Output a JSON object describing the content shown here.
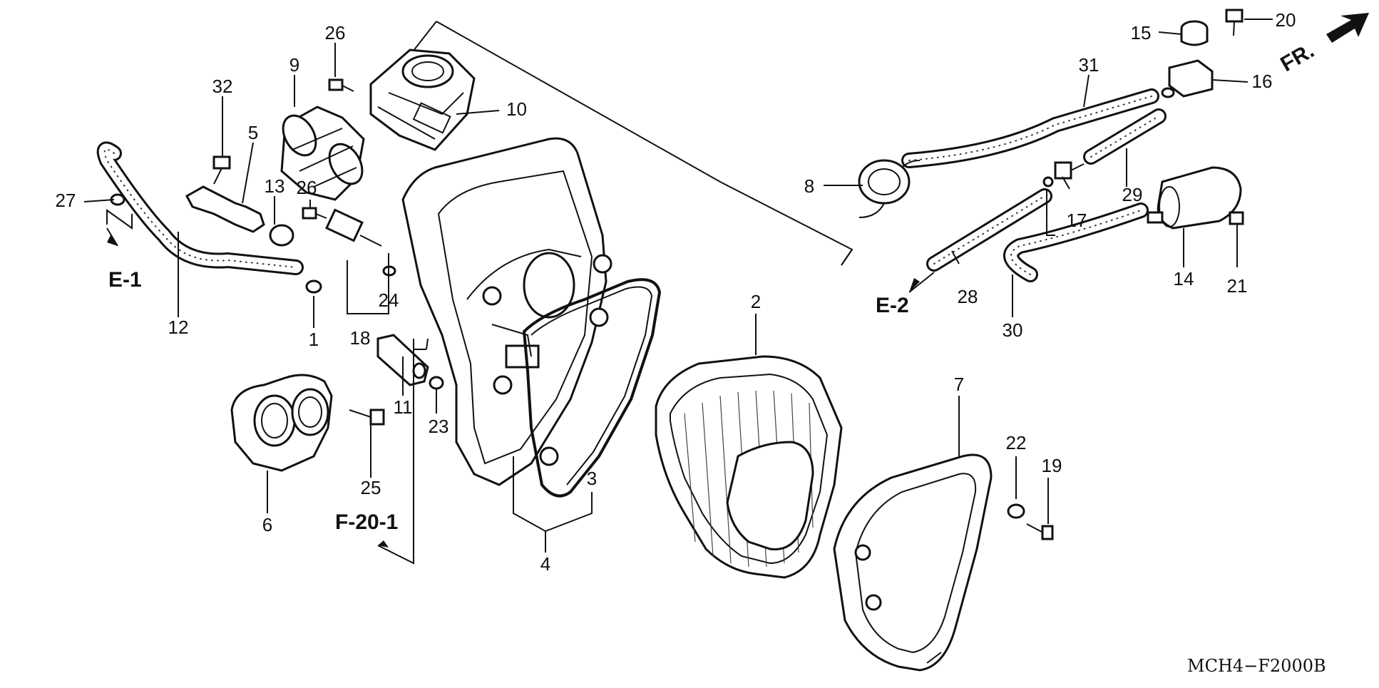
{
  "diagram": {
    "labels": {
      "p1": "1",
      "p2": "2",
      "p3": "3",
      "p4": "4",
      "p5": "5",
      "p6": "6",
      "p7": "7",
      "p8": "8",
      "p9": "9",
      "p10": "10",
      "p11": "11",
      "p12": "12",
      "p13": "13",
      "p14": "14",
      "p15": "15",
      "p16": "16",
      "p17": "17",
      "p18": "18",
      "p19": "19",
      "p20": "20",
      "p21": "21",
      "p22": "22",
      "p23": "23",
      "p24": "24",
      "p25": "25",
      "p26a": "26",
      "p26b": "26",
      "p27": "27",
      "p28": "28",
      "p29": "29",
      "p30": "30",
      "p31": "31",
      "p32": "32"
    },
    "refs": {
      "e1": "E-1",
      "e2": "E-2",
      "f20": "F-20-1"
    },
    "front_label": "FR.",
    "code": "MCH4−F2000B"
  }
}
